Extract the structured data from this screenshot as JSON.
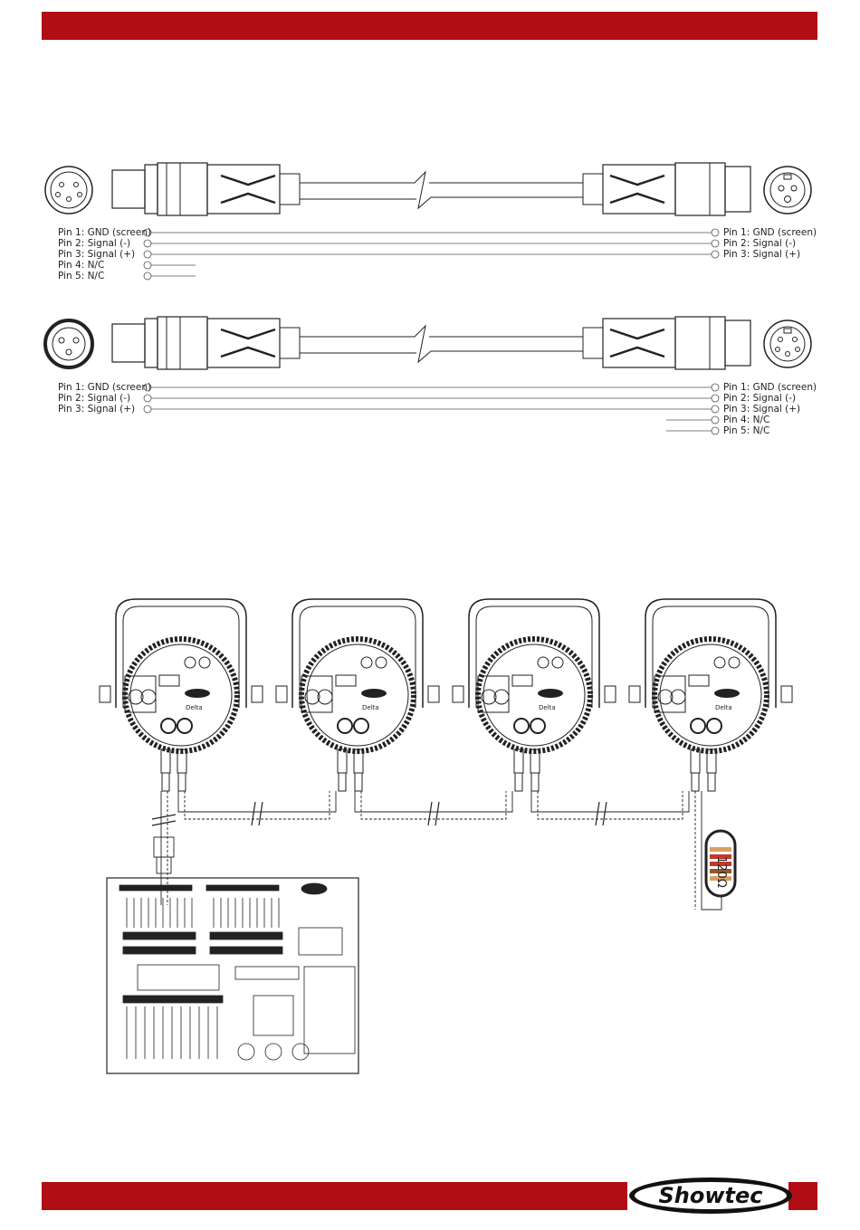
{
  "cable_5to3": {
    "left_pins": [
      "Pin 1: GND (screen)",
      "Pin 2: Signal (-)",
      "Pin 3: Signal (+)",
      "Pin 4: N/C",
      "Pin 5: N/C"
    ],
    "right_pins": [
      "Pin 1: GND (screen)",
      "Pin 2: Signal (-)",
      "Pin 3: Signal (+)"
    ]
  },
  "cable_3to5": {
    "left_pins": [
      "Pin 1: GND (screen)",
      "Pin 2: Signal (-)",
      "Pin 3: Signal (+)"
    ],
    "right_pins": [
      "Pin 1: GND (screen)",
      "Pin 2: Signal (-)",
      "Pin 3: Signal (+)",
      "Pin 4: N/C",
      "Pin 5: N/C"
    ]
  },
  "terminator": {
    "label": "120Ω"
  },
  "brand": {
    "logo_text": "Showtec",
    "accent_color": "#b00d14"
  }
}
